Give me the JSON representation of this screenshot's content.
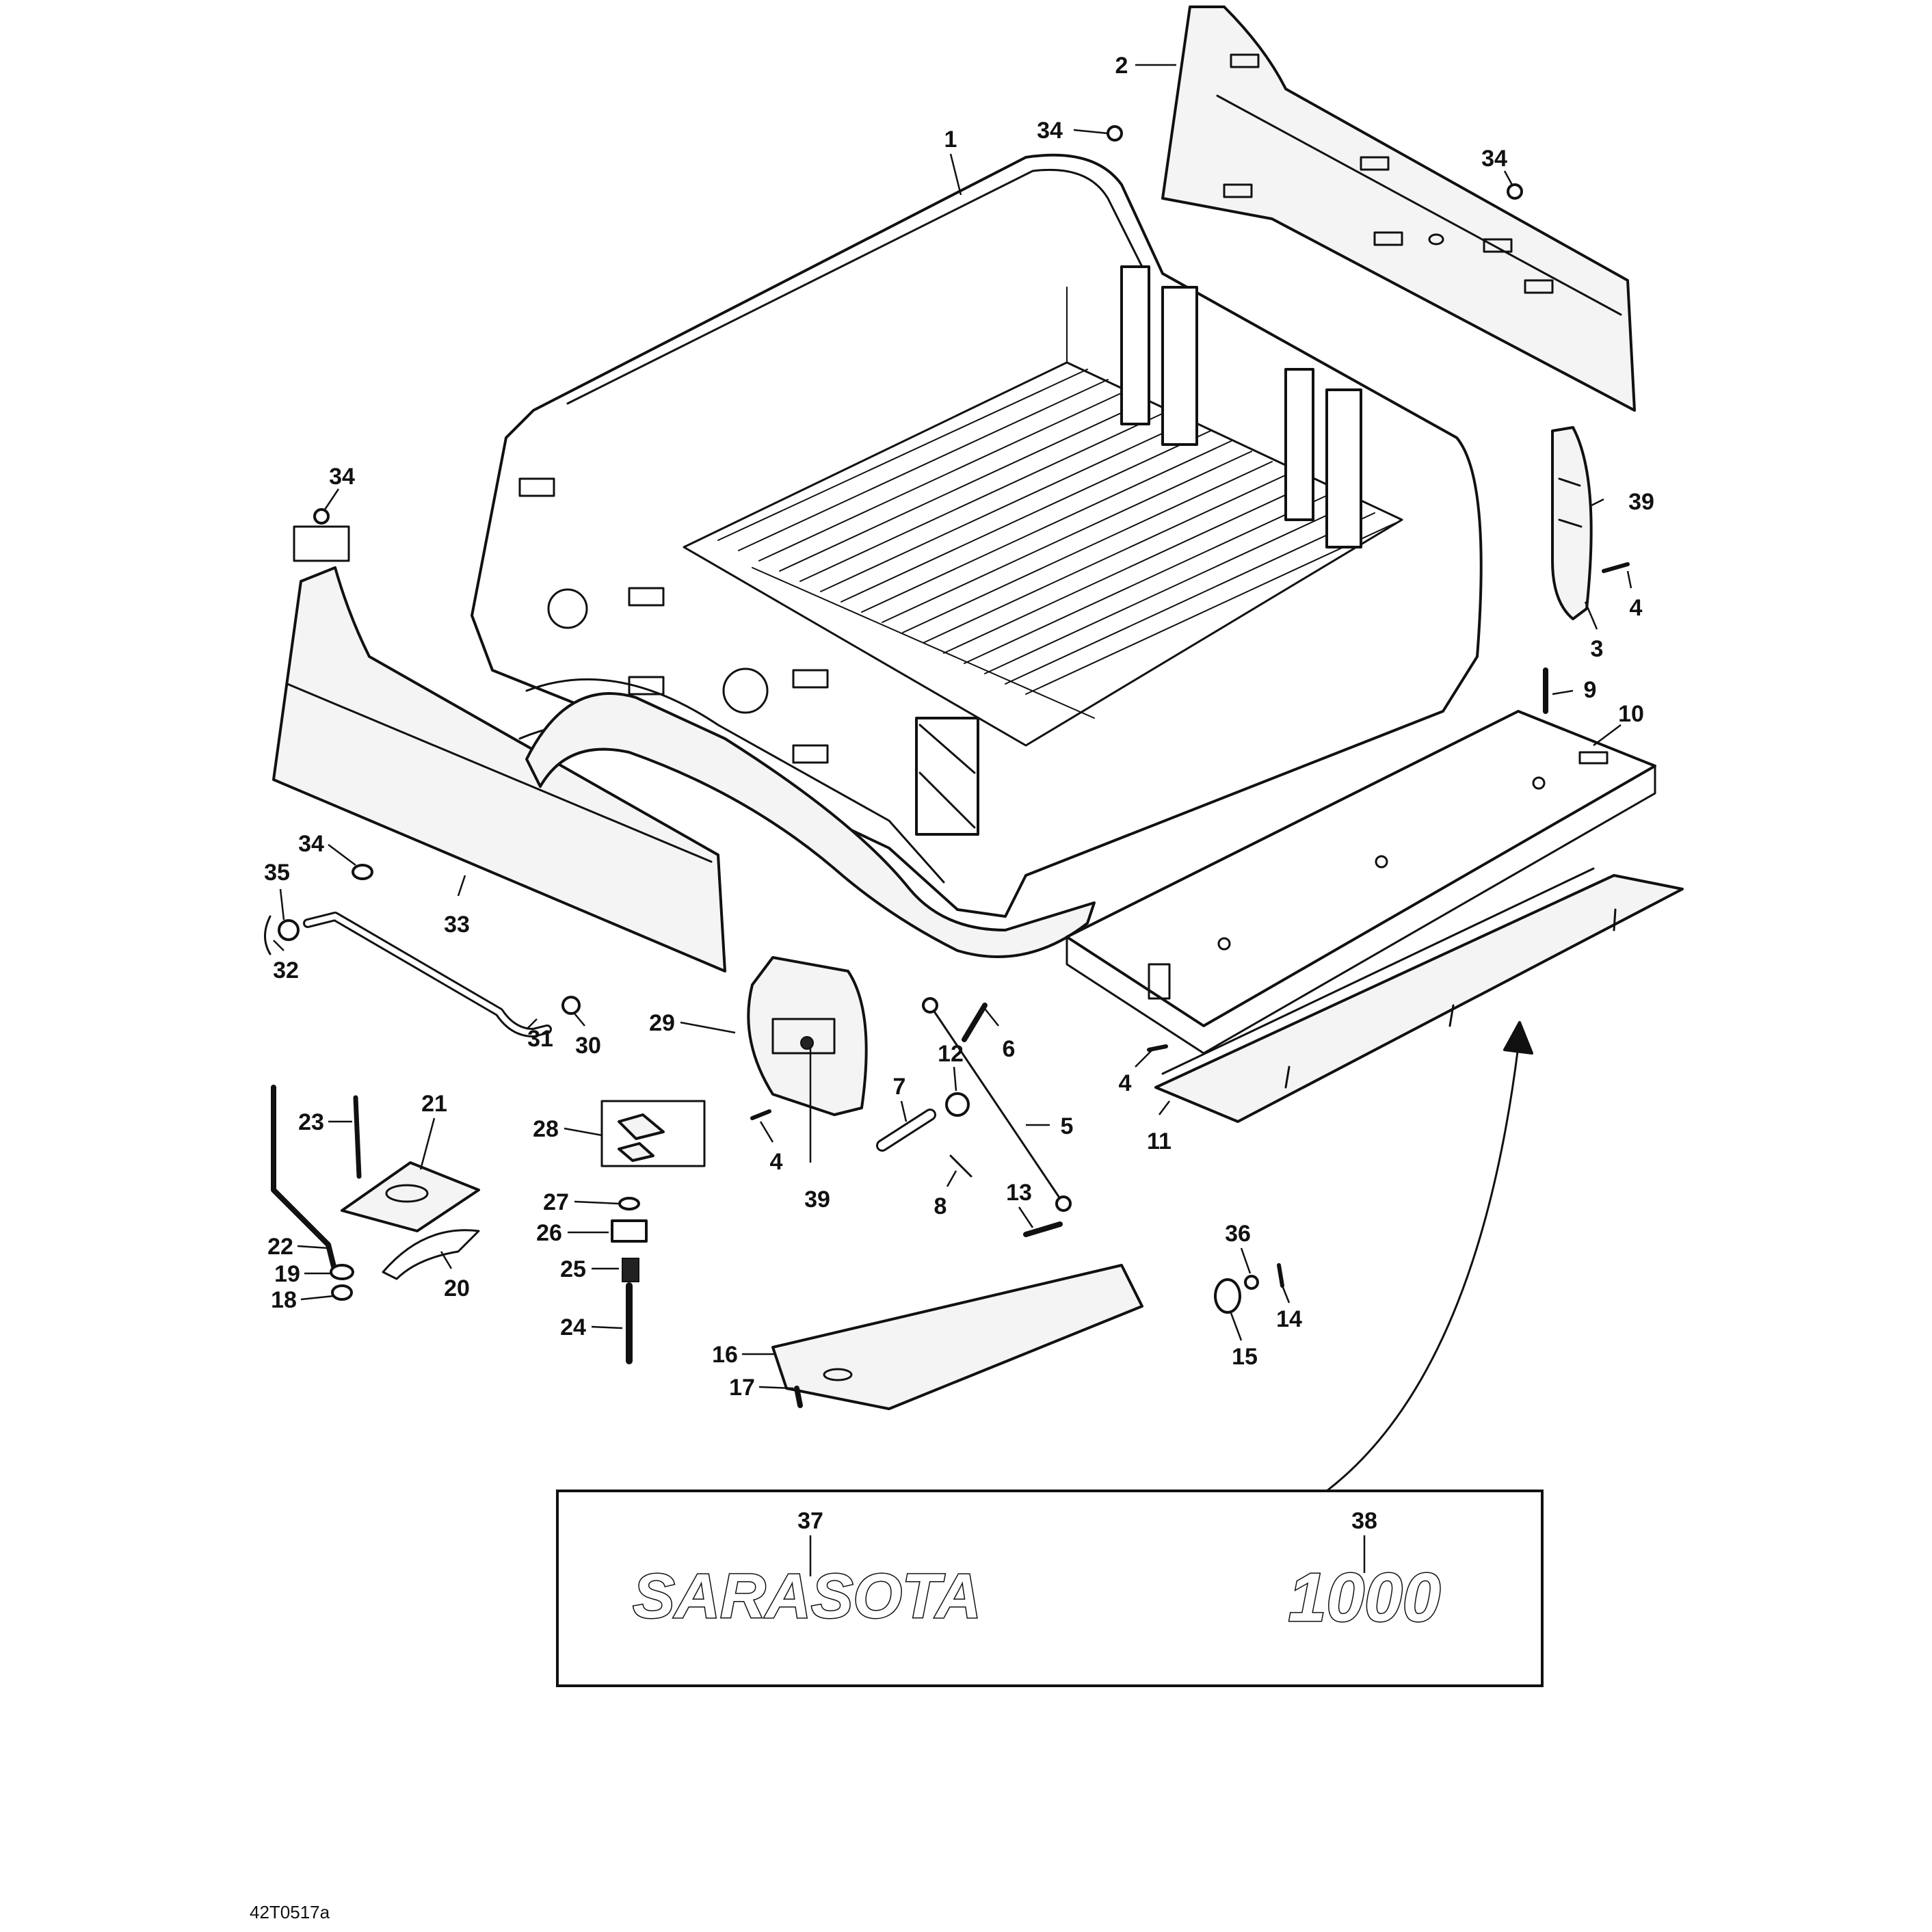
{
  "reference_code": "42T0517a",
  "decal_box": {
    "items": [
      {
        "callout": "37",
        "text": "SARASOTA"
      },
      {
        "callout": "38",
        "text": "1000"
      }
    ]
  },
  "callouts": [
    "1",
    "2",
    "3",
    "4",
    "4",
    "4",
    "5",
    "6",
    "7",
    "8",
    "9",
    "10",
    "11",
    "12",
    "13",
    "14",
    "15",
    "16",
    "17",
    "18",
    "19",
    "20",
    "21",
    "22",
    "23",
    "24",
    "25",
    "26",
    "27",
    "28",
    "29",
    "30",
    "31",
    "32",
    "33",
    "34",
    "34",
    "34",
    "34",
    "35",
    "39",
    "39"
  ]
}
